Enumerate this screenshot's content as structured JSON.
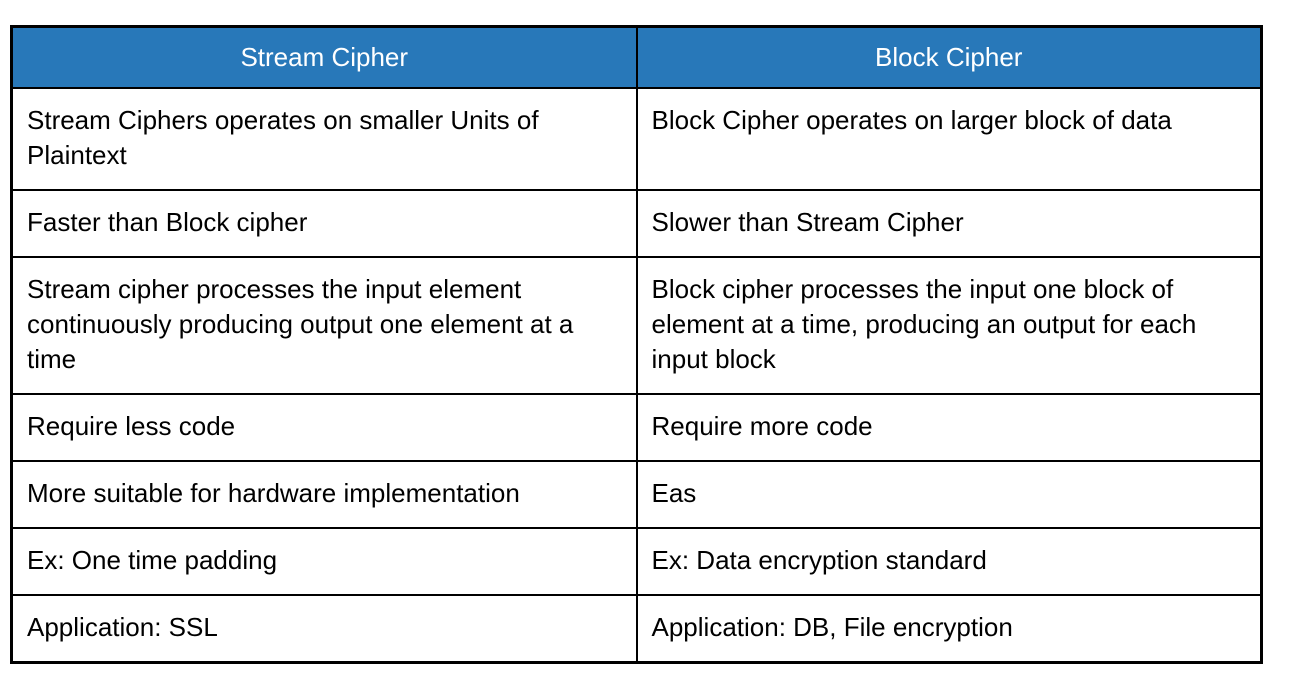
{
  "page": {
    "background_color": "#ffffff",
    "text_color": "#000000"
  },
  "table": {
    "type": "table",
    "header_bg_color": "#2878b9",
    "header_text_color": "#ffffff",
    "border_color": "#000000",
    "columns": [
      "Stream Cipher",
      "Block Cipher"
    ],
    "rows": [
      [
        "Stream Ciphers operates on smaller Units of Plaintext",
        "Block Cipher operates on larger block of data"
      ],
      [
        "Faster than Block cipher",
        "Slower than Stream Cipher"
      ],
      [
        "Stream cipher processes the input element continuously producing output one element at a time",
        "Block cipher processes the input one block of element at a time, producing an output for each input block"
      ],
      [
        "Require less code",
        "Require more code"
      ],
      [
        "More suitable for hardware implementation",
        "Eas"
      ],
      [
        "Ex: One time padding",
        "Ex: Data encryption standard"
      ],
      [
        "Application: SSL",
        "Application: DB, File encryption"
      ]
    ]
  }
}
